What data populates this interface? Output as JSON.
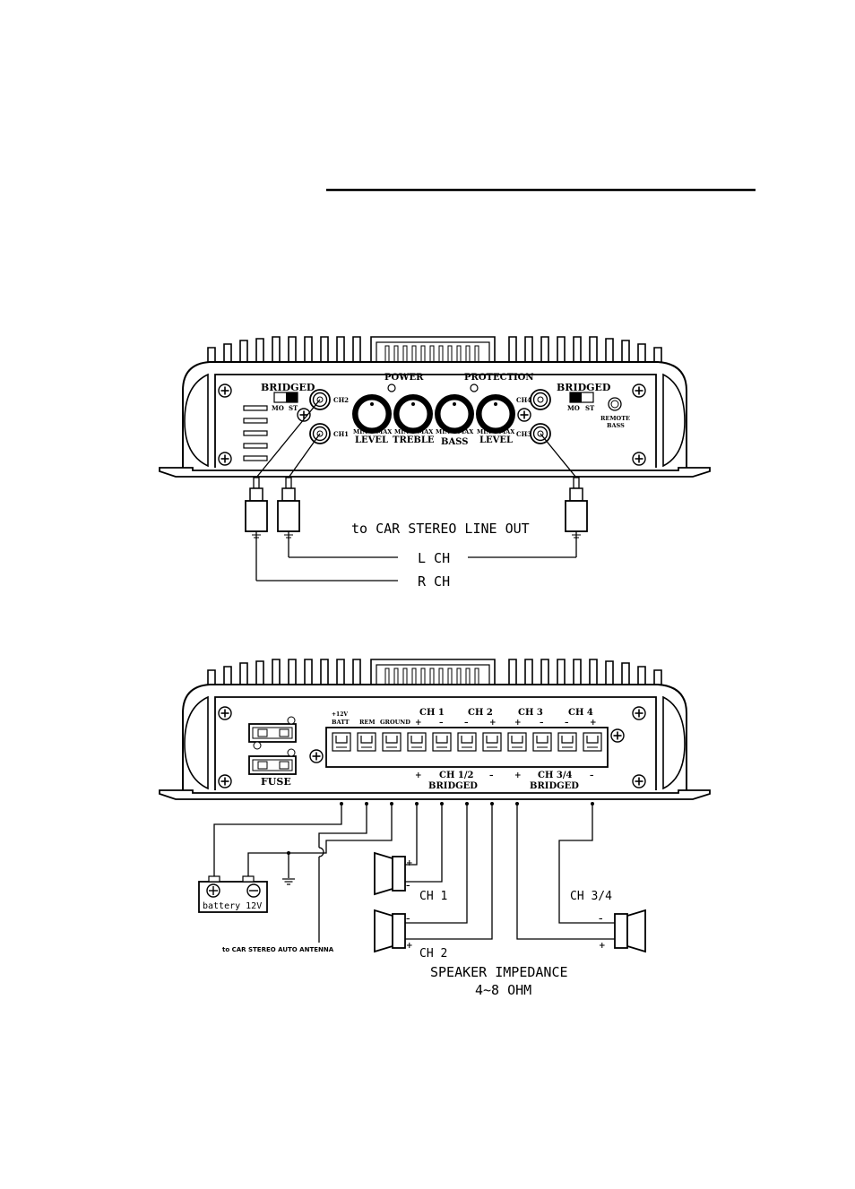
{
  "top_panel": {
    "power": "POWER",
    "protection": "PROTECTION",
    "bridged_left": "BRIDGED",
    "bridged_right": "BRIDGED",
    "mo": "MO",
    "st": "ST",
    "ch1": "CH1",
    "ch2": "CH2",
    "ch3": "CH3",
    "ch4": "CH4",
    "min": "MIN",
    "max": "MAX",
    "level": "LEVEL",
    "treble": "TREBLE",
    "bass": "BASS",
    "remote": "REMOTE",
    "remote_bass": "BASS"
  },
  "top_wiring": {
    "line_out": "to CAR STEREO LINE OUT",
    "lch": "L CH",
    "rch": "R CH"
  },
  "bottom_panel": {
    "batt_top": "+12V",
    "batt": "BATT",
    "rem": "REM",
    "ground": "GROUND",
    "ch1": "CH 1",
    "ch2": "CH 2",
    "ch3": "CH 3",
    "ch4": "CH 4",
    "plus": "+",
    "minus": "–",
    "ch12": "CH 1/2",
    "ch34": "CH 3/4",
    "bridged": "BRIDGED",
    "fuse": "FUSE"
  },
  "bottom_wiring": {
    "battery": "battery 12V",
    "antenna": "to CAR STEREO AUTO ANTENNA",
    "sp_ch1": "CH 1",
    "sp_ch2": "CH 2",
    "sp_ch34": "CH 3/4",
    "impedance_1": "SPEAKER IMPEDANCE",
    "impedance_2": "4~8 OHM"
  }
}
